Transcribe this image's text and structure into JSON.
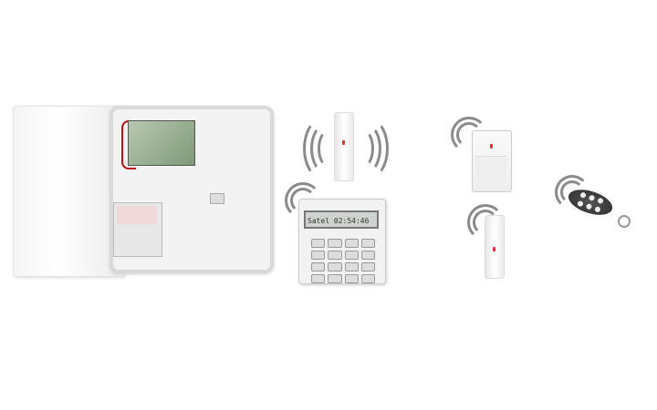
{
  "scene": {
    "description": "Wireless alarm system kit product photo",
    "components": [
      {
        "name": "control-panel",
        "label": "Control panel enclosure with PCB and power supply"
      },
      {
        "name": "door-sensor-top",
        "label": "Wireless magnetic contact"
      },
      {
        "name": "keypad",
        "label": "Wireless LCD keypad",
        "lcd_text": "Satel   02:54:46"
      },
      {
        "name": "pir-detector",
        "label": "Wireless PIR motion detector"
      },
      {
        "name": "door-sensor-bottom",
        "label": "Wireless magnetic contact"
      },
      {
        "name": "remote-fob",
        "label": "Keyfob remote"
      }
    ]
  },
  "colors": {
    "background": "#ffffff",
    "device_white": "#f2f2f2",
    "wave_gray": "#8a8a8a",
    "led_red": "#d33333",
    "fob_dark": "#2c2c2c"
  }
}
